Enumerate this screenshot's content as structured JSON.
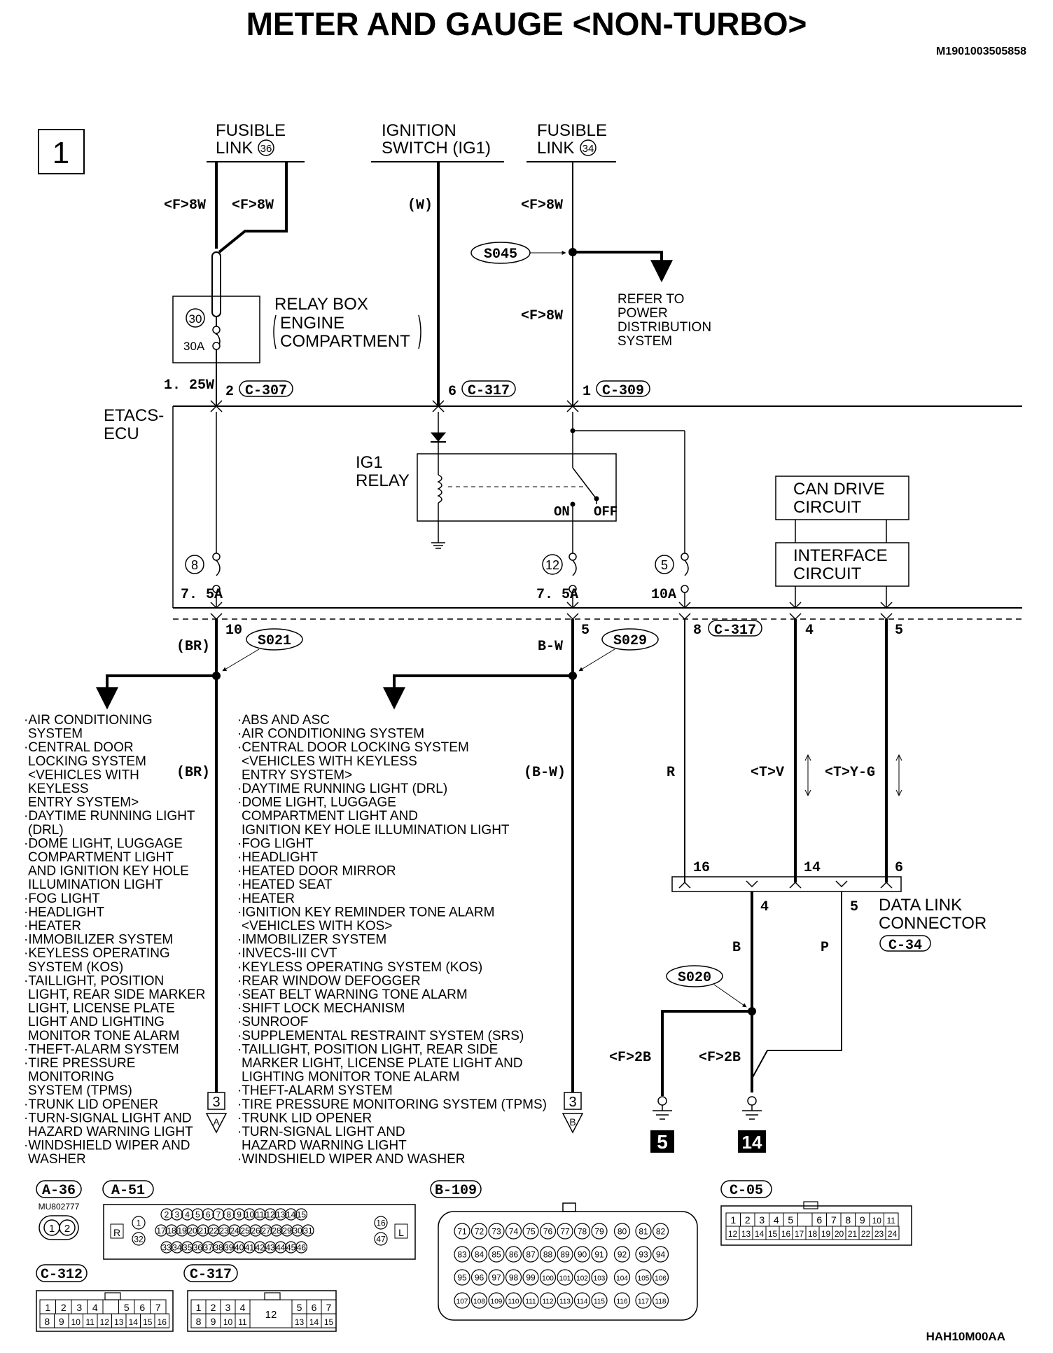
{
  "title": "METER AND GAUGE <NON-TURBO>",
  "doc_code": "M1901003505858",
  "page_number": "1",
  "footer_code": "HAH10M00AA",
  "sources": {
    "fusible_link_36": [
      "FUSIBLE",
      "LINK",
      "36"
    ],
    "ignition_switch": [
      "IGNITION",
      "SWITCH (IG1)"
    ],
    "fusible_link_34": [
      "FUSIBLE",
      "LINK",
      "34"
    ]
  },
  "wires": {
    "fl36_left": "<F>8W",
    "fl36_right": "<F>8W",
    "ig_switch": "(W)",
    "fl34_top": "<F>8W",
    "fl34_mid": "<F>8W",
    "relay_out": "1. 25W",
    "br_top": "(BR)",
    "br_mid": "(BR)",
    "bw_top": "B-W",
    "bw_mid": "(B-W)",
    "r": "R",
    "tv": "<T>V",
    "tyg": "<T>Y-G",
    "b": "B",
    "p": "P",
    "gnd1": "<F>2B",
    "gnd2": "<F>2B"
  },
  "relay_box": {
    "label": [
      "RELAY BOX",
      "ENGINE",
      "COMPARTMENT"
    ],
    "fuse_no": "30",
    "fuse_amp": "30A"
  },
  "splices": {
    "s045": "S045",
    "s021": "S021",
    "s029": "S029",
    "s020": "S020"
  },
  "refer": [
    "REFER TO",
    "POWER",
    "DISTRIBUTION",
    "SYSTEM"
  ],
  "pins": {
    "c307": {
      "pin": "2",
      "conn": "C-307"
    },
    "c317_in": {
      "pin": "6",
      "conn": "C-317"
    },
    "c309": {
      "pin": "1",
      "conn": "C-309"
    },
    "out_10": "10",
    "out_5": "5",
    "c317_out": {
      "pin": "8",
      "conn": "C-317"
    },
    "can4": "4",
    "can5": "5",
    "dlc16": "16",
    "dlc14": "14",
    "dlc6": "6",
    "dlc4": "4",
    "dlc5": "5"
  },
  "etacs": {
    "label": [
      "ETACS-",
      "ECU"
    ],
    "ig1_relay": [
      "IG1",
      "RELAY"
    ],
    "on": "ON",
    "off": "OFF",
    "fuse8": {
      "no": "8",
      "amp": "7. 5A"
    },
    "fuse12": {
      "no": "12",
      "amp": "7. 5A"
    },
    "fuse5": {
      "no": "5",
      "amp": "10A"
    },
    "can_drive": [
      "CAN DRIVE",
      "CIRCUIT"
    ],
    "interface": [
      "INTERFACE",
      "CIRCUIT"
    ]
  },
  "dlc": {
    "label": [
      "DATA LINK",
      "CONNECTOR"
    ],
    "conn": "C-34"
  },
  "list_a": [
    "·AIR CONDITIONING",
    "SYSTEM",
    "·CENTRAL DOOR",
    "LOCKING SYSTEM",
    "<VEHICLES WITH",
    "KEYLESS",
    "ENTRY SYSTEM>",
    "·DAYTIME RUNNING LIGHT",
    "(DRL)",
    "·DOME LIGHT, LUGGAGE",
    "COMPARTMENT LIGHT",
    "AND IGNITION KEY HOLE",
    "ILLUMINATION LIGHT",
    "·FOG LIGHT",
    "·HEADLIGHT",
    "·HEATER",
    "·IMMOBILIZER SYSTEM",
    "·KEYLESS OPERATING",
    "SYSTEM (KOS)",
    "·TAILLIGHT, POSITION",
    "LIGHT, REAR SIDE MARKER",
    "LIGHT, LICENSE PLATE",
    "LIGHT AND LIGHTING",
    "MONITOR TONE ALARM",
    "·THEFT-ALARM SYSTEM",
    "·TIRE PRESSURE",
    "MONITORING",
    "SYSTEM (TPMS)",
    "·TRUNK LID OPENER",
    "·TURN-SIGNAL LIGHT AND",
    "HAZARD WARNING LIGHT",
    "·WINDSHIELD WIPER AND",
    "WASHER"
  ],
  "list_b": [
    "·ABS AND ASC",
    "·AIR CONDITIONING SYSTEM",
    "·CENTRAL DOOR LOCKING SYSTEM",
    "<VEHICLES WITH KEYLESS",
    "ENTRY SYSTEM>",
    "·DAYTIME RUNNING LIGHT (DRL)",
    "·DOME LIGHT, LUGGAGE",
    "COMPARTMENT LIGHT AND",
    "IGNITION KEY HOLE ILLUMINATION LIGHT",
    "·FOG LIGHT",
    "·HEADLIGHT",
    "·HEATED DOOR MIRROR",
    "·HEATED SEAT",
    "·HEATER",
    "·IGNITION KEY REMINDER TONE ALARM",
    "<VEHICLES WITH KOS>",
    "·IMMOBILIZER SYSTEM",
    "·INVECS-III CVT",
    "·KEYLESS OPERATING SYSTEM (KOS)",
    "·REAR WINDOW DEFOGGER",
    "·SEAT BELT WARNING TONE ALARM",
    "·SHIFT LOCK MECHANISM",
    "·SUNROOF",
    "·SUPPLEMENTAL RESTRAINT SYSTEM (SRS)",
    "·TAILLIGHT, POSITION LIGHT, REAR SIDE",
    "MARKER LIGHT, LICENSE PLATE LIGHT AND",
    "LIGHTING MONITOR TONE ALARM",
    "·THEFT-ALARM SYSTEM",
    "·TIRE PRESSURE MONITORING SYSTEM (TPMS)",
    "·TRUNK LID OPENER",
    "·TURN-SIGNAL LIGHT AND",
    "HAZARD WARNING LIGHT",
    "·WINDSHIELD WIPER AND WASHER"
  ],
  "continuations": {
    "a": {
      "page": "3",
      "letter": "A"
    },
    "b": {
      "page": "3",
      "letter": "B"
    }
  },
  "grounds": {
    "g1": "5",
    "g2": "14"
  },
  "connectors": {
    "a36": {
      "name": "A-36",
      "part": "MU802777",
      "pins": [
        "1",
        "2"
      ]
    },
    "a51": {
      "name": "A-51",
      "side_l": "R",
      "side_r": "L",
      "row1": [
        "2",
        "3",
        "4",
        "5",
        "6",
        "7",
        "8",
        "9",
        "10",
        "11",
        "12",
        "13",
        "14",
        "15"
      ],
      "row2": [
        "17",
        "18",
        "19",
        "20",
        "21",
        "22",
        "23",
        "24",
        "25",
        "26",
        "27",
        "28",
        "29",
        "30",
        "31"
      ],
      "row3": [
        "33",
        "34",
        "35",
        "36",
        "37",
        "38",
        "39",
        "40",
        "41",
        "42",
        "43",
        "44",
        "45",
        "46"
      ],
      "left": [
        "1",
        "32"
      ],
      "right": [
        "16",
        "47"
      ]
    },
    "b109": {
      "name": "B-109",
      "rows": [
        [
          "71",
          "72",
          "73",
          "74",
          "75",
          "76",
          "77",
          "78",
          "79",
          "80",
          "81",
          "82"
        ],
        [
          "83",
          "84",
          "85",
          "86",
          "87",
          "88",
          "89",
          "90",
          "91",
          "92",
          "93",
          "94"
        ],
        [
          "95",
          "96",
          "97",
          "98",
          "99",
          "100",
          "101",
          "102",
          "103",
          "104",
          "105",
          "106"
        ],
        [
          "107",
          "108",
          "109",
          "110",
          "111",
          "112",
          "113",
          "114",
          "115",
          "116",
          "117",
          "118"
        ]
      ]
    },
    "c05": {
      "name": "C-05",
      "row1": [
        "1",
        "2",
        "3",
        "4",
        "5",
        "",
        "6",
        "7",
        "8",
        "9",
        "10",
        "11"
      ],
      "row2": [
        "12",
        "13",
        "14",
        "15",
        "16",
        "17",
        "18",
        "19",
        "20",
        "21",
        "22",
        "23",
        "24"
      ]
    },
    "c312": {
      "name": "C-312",
      "row1": [
        "1",
        "2",
        "3",
        "4",
        "",
        "5",
        "6",
        "7"
      ],
      "row2": [
        "8",
        "9",
        "10",
        "11",
        "12",
        "13",
        "14",
        "15",
        "16"
      ]
    },
    "c317": {
      "name": "C-317",
      "row1": [
        "1",
        "2",
        "3",
        "4",
        "",
        "5",
        "6",
        "7"
      ],
      "row2": [
        "8",
        "9",
        "10",
        "11",
        "12",
        "13",
        "14",
        "15"
      ]
    }
  }
}
